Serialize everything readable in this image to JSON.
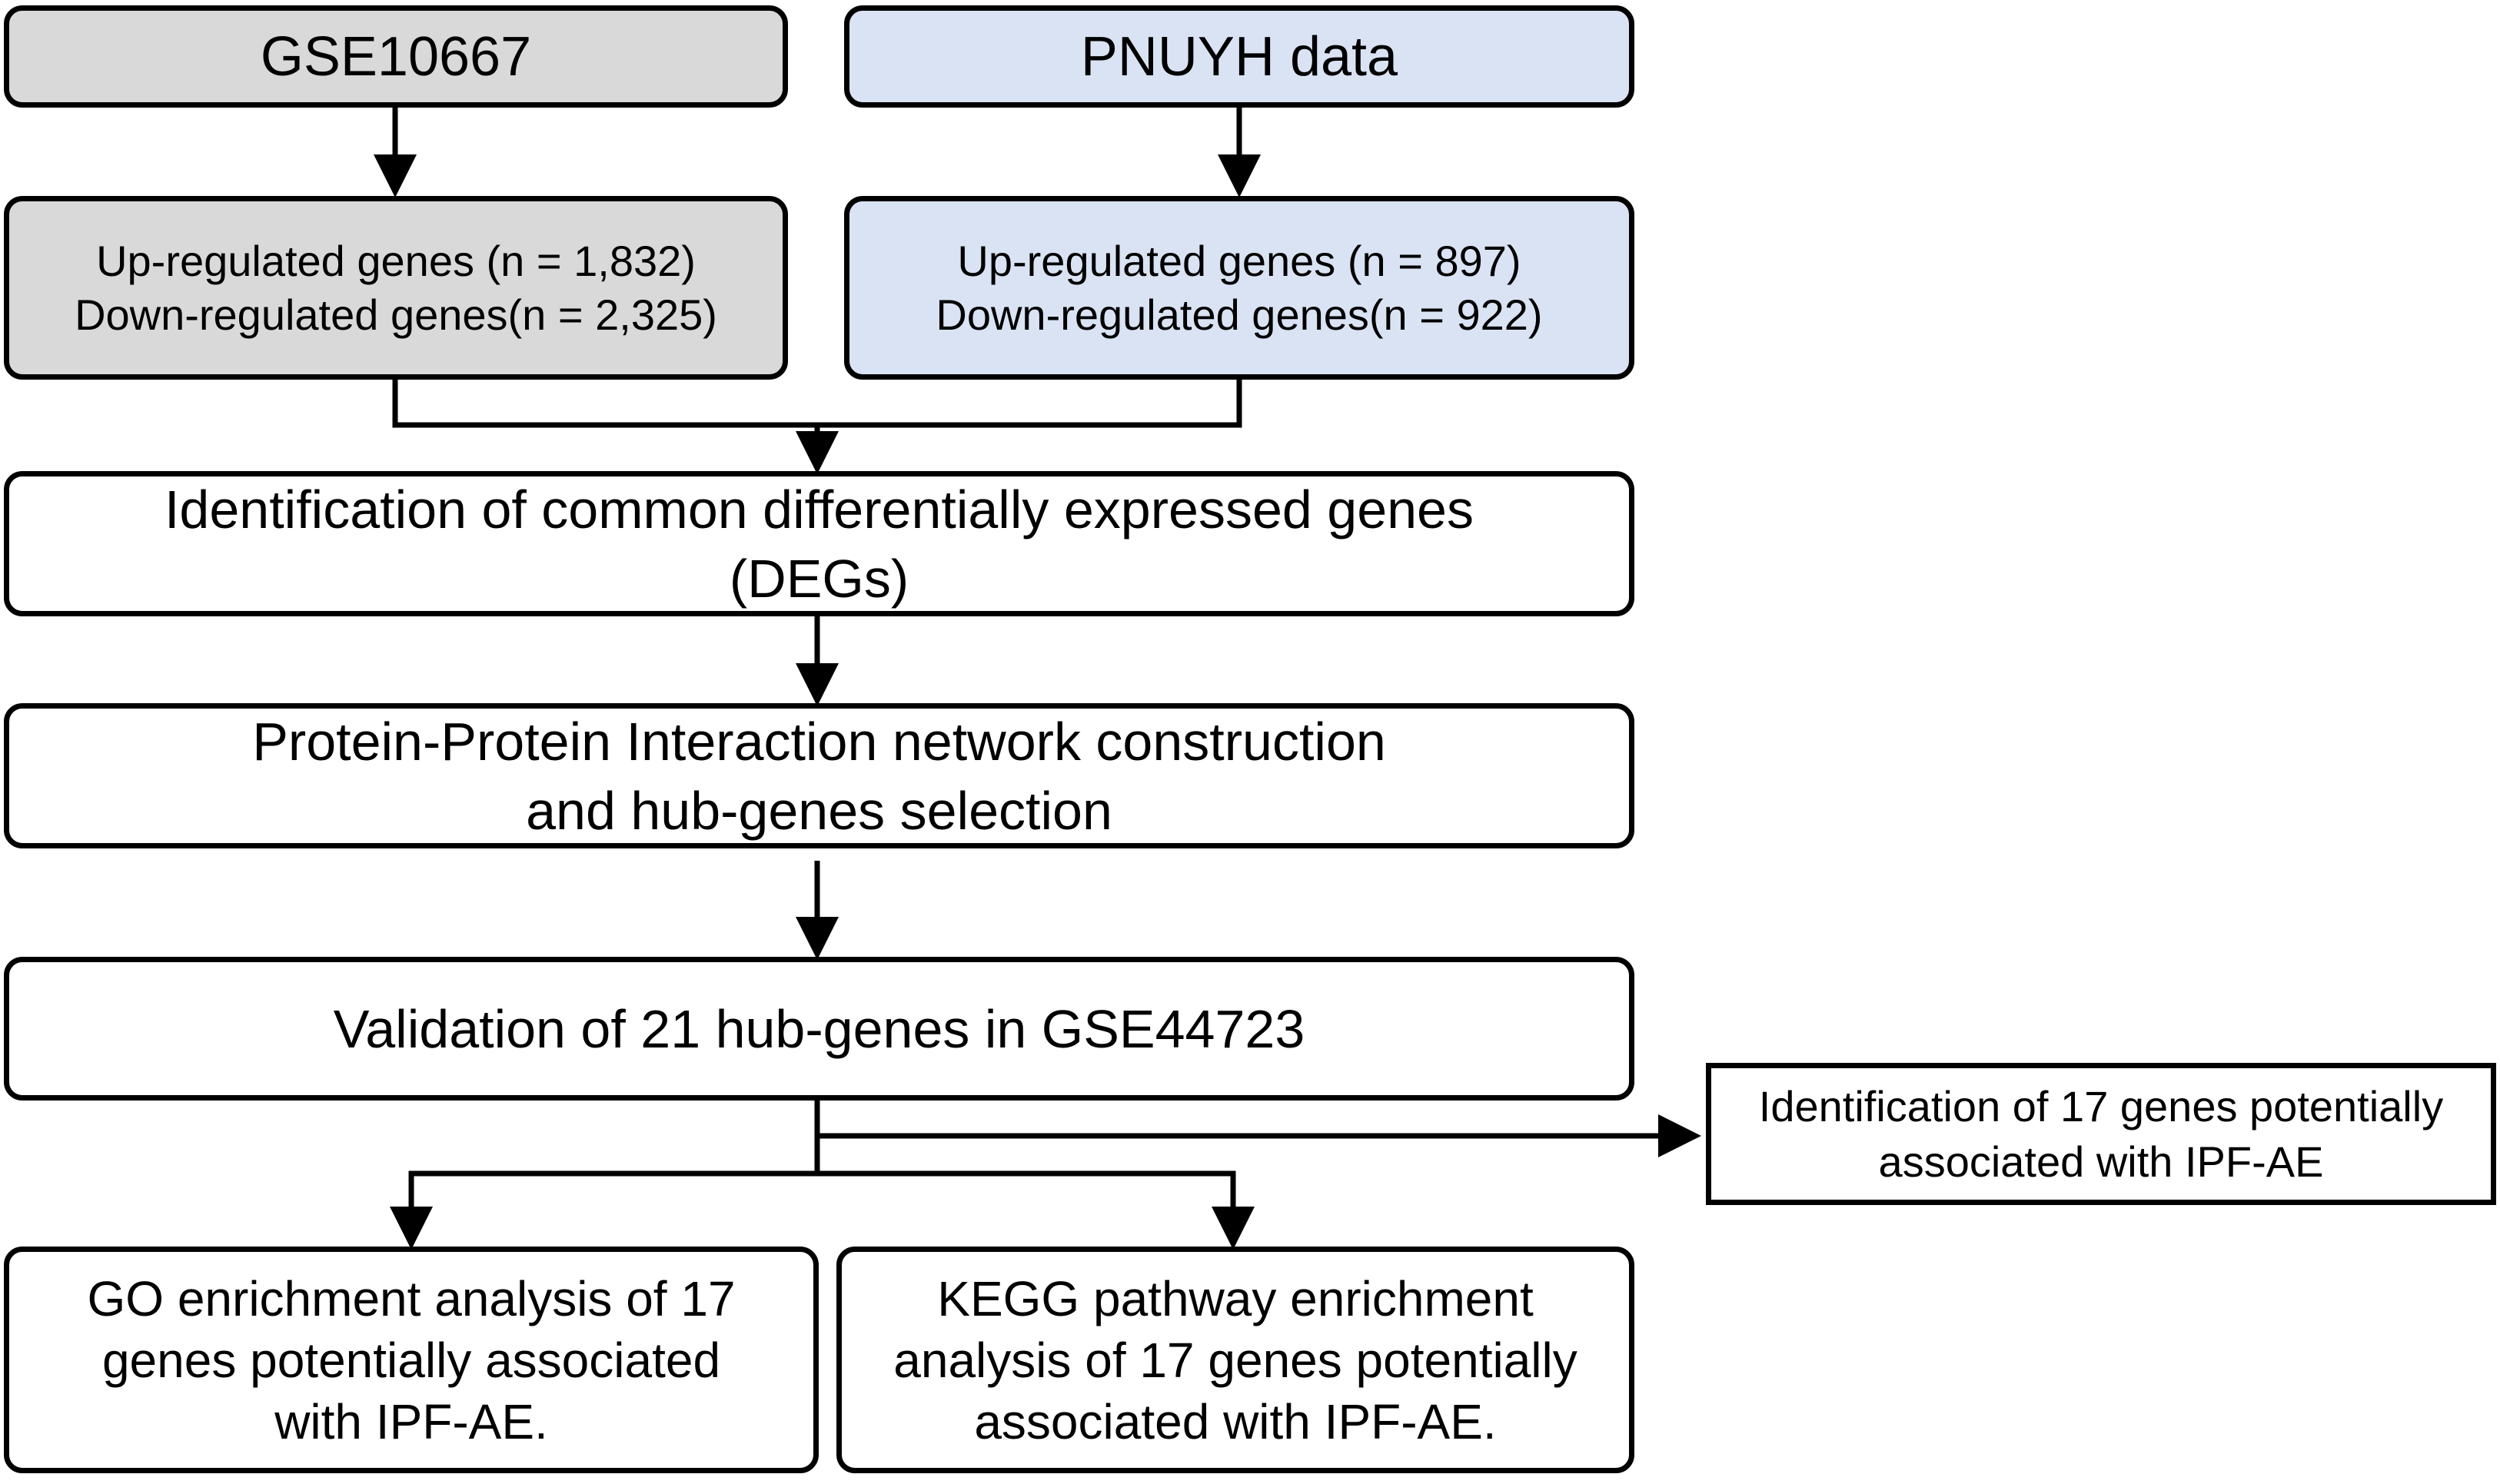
{
  "source_a": {
    "title": "GSE10667",
    "up": "Up-regulated genes (n = 1,832)",
    "down": "Down-regulated genes(n = 2,325)",
    "color": "#d9d9d9"
  },
  "source_b": {
    "title": "PNUYH data",
    "up": "Up-regulated genes (n = 897)",
    "down": "Down-regulated genes(n = 922)",
    "color": "#dae3f3"
  },
  "steps": {
    "deg_line1": "Identification of common differentially expressed genes",
    "deg_line2": "(DEGs)",
    "ppi_line1": "Protein-Protein Interaction network construction",
    "ppi_line2": "and hub-genes selection",
    "validation": "Validation of 21 hub-genes in GSE44723"
  },
  "side": {
    "line1": "Identification of 17 genes potentially",
    "line2": "associated with IPF-AE"
  },
  "outputs": {
    "go_line1": "GO enrichment analysis of 17",
    "go_line2": "genes potentially associated",
    "go_line3": "with IPF-AE.",
    "kegg_line1": "KEGG pathway enrichment",
    "kegg_line2": "analysis of 17 genes potentially",
    "kegg_line3": "associated with IPF-AE."
  }
}
